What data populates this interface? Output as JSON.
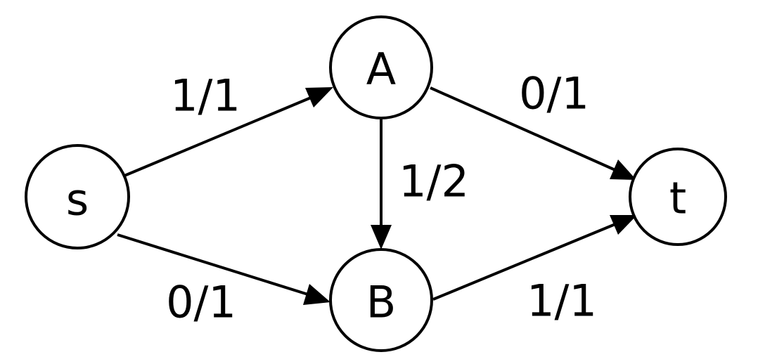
{
  "nodes": {
    "s": {
      "label": "s"
    },
    "A": {
      "label": "A"
    },
    "B": {
      "label": "B"
    },
    "t": {
      "label": "t"
    }
  },
  "edges": {
    "s_A": {
      "label": "1/1"
    },
    "A_t": {
      "label": "0/1"
    },
    "A_B": {
      "label": "1/2"
    },
    "s_B": {
      "label": "0/1"
    },
    "B_t": {
      "label": "1/1"
    }
  }
}
